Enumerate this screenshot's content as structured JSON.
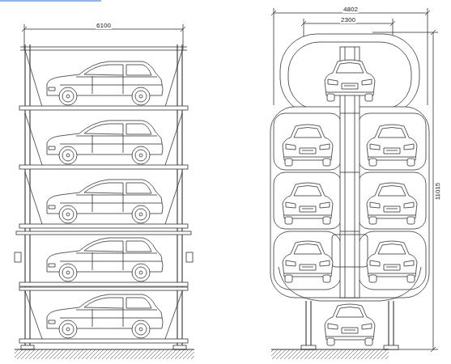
{
  "diagram": {
    "labels": [
      "6100",
      "4802",
      "2300",
      "11015"
    ]
  }
}
